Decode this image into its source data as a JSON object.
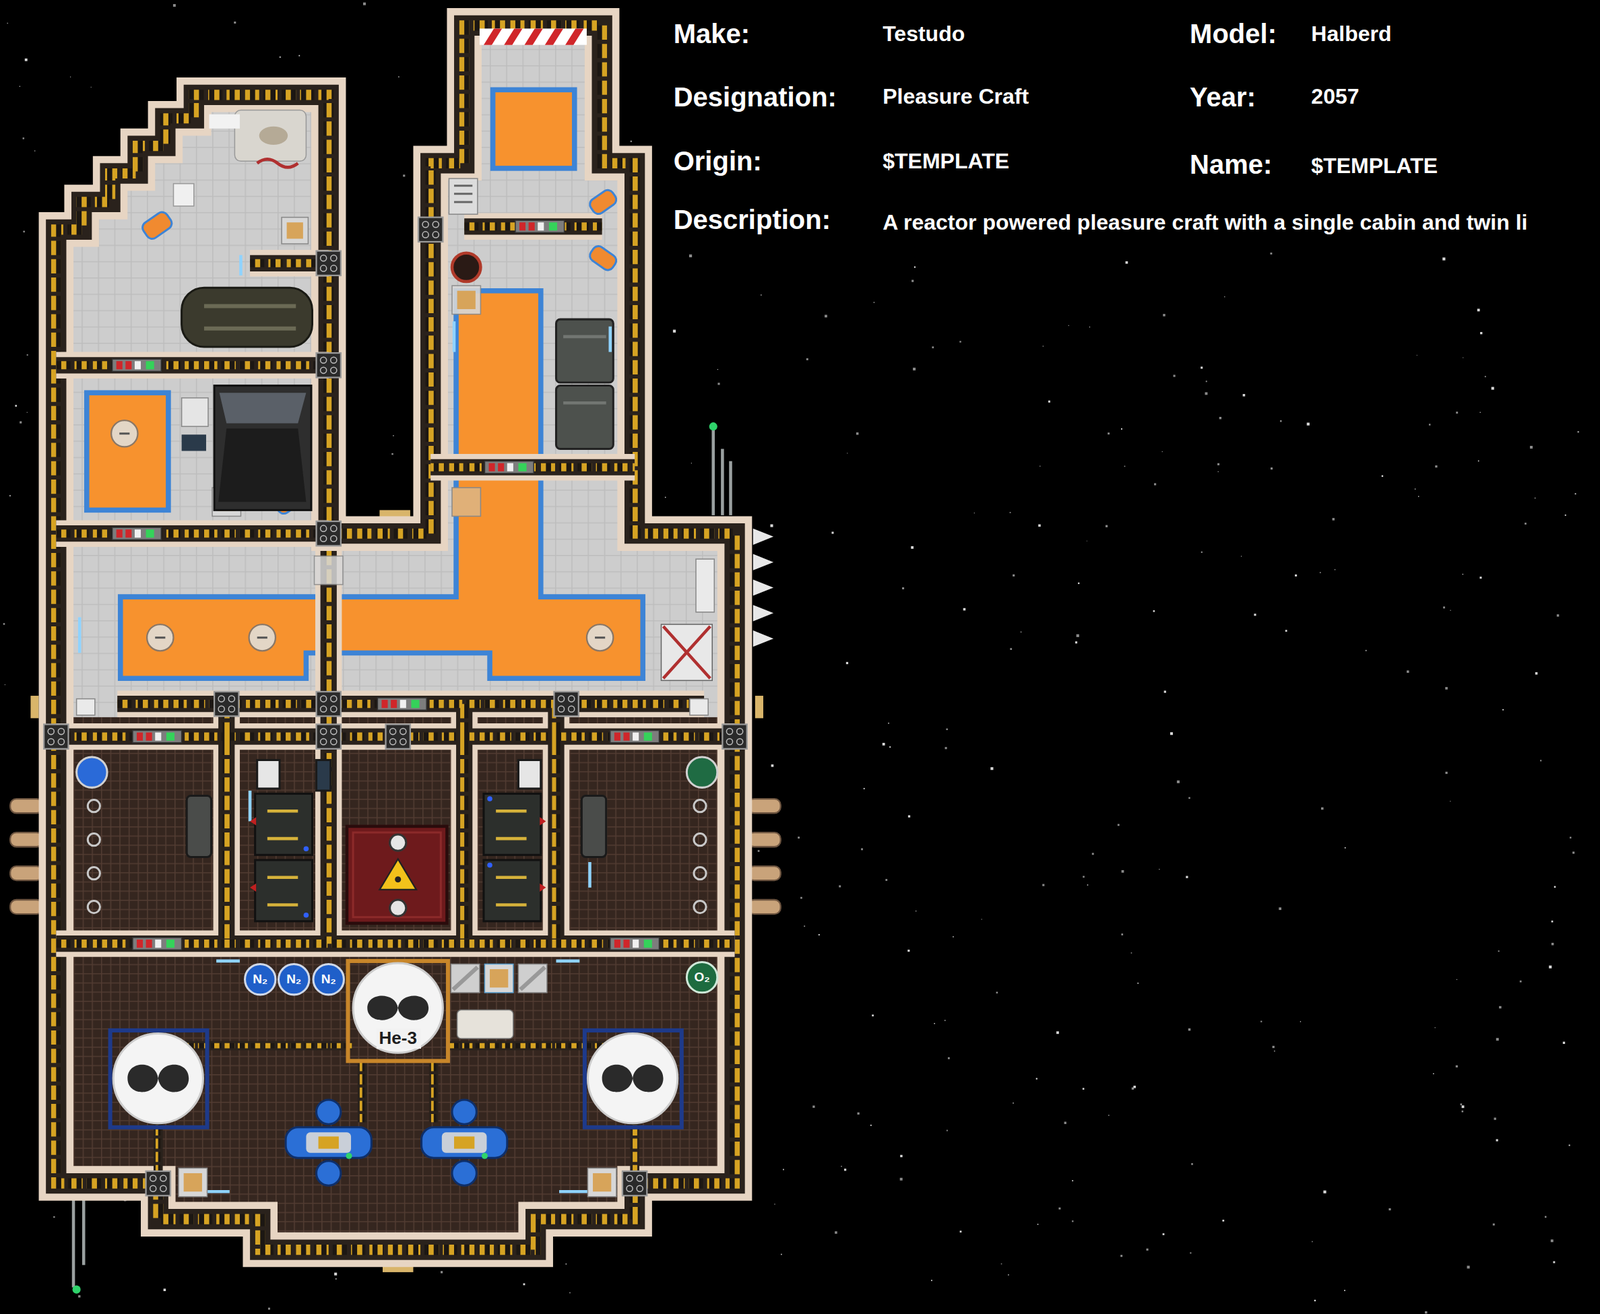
{
  "diagram": {
    "labels": [
      "Make:",
      "Testudo",
      "Model:",
      "Halberd",
      "Designation:",
      "Pleasure Craft",
      "Year:",
      "2057",
      "Origin:",
      "$TEMPLATE",
      "Name:",
      "$TEMPLATE",
      "Description:",
      "A reactor powered pleasure craft with a single cabin and twin li",
      "N₂",
      "N₂",
      "N₂",
      "He-3",
      "O₂"
    ]
  }
}
